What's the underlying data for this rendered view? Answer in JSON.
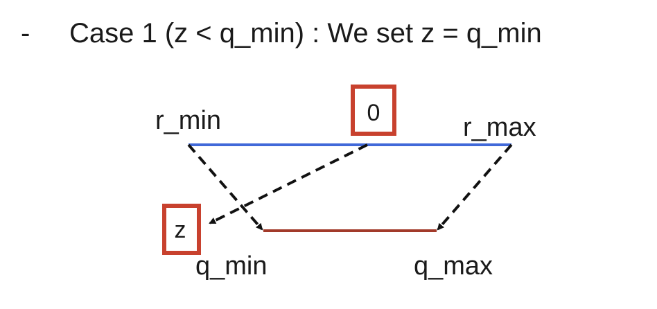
{
  "heading": {
    "bullet": "-",
    "text": "Case 1 (z < q_min) : We set z = q_min"
  },
  "diagram": {
    "real_range": {
      "min_label": "r_min",
      "max_label": "r_max",
      "color": "#4169d9"
    },
    "quant_range": {
      "min_label": "q_min",
      "max_label": "q_max",
      "color": "#a23a2a"
    },
    "zero_box": {
      "label": "0",
      "border_color": "#c8412e"
    },
    "z_box": {
      "label": "z",
      "border_color": "#c8412e"
    }
  }
}
